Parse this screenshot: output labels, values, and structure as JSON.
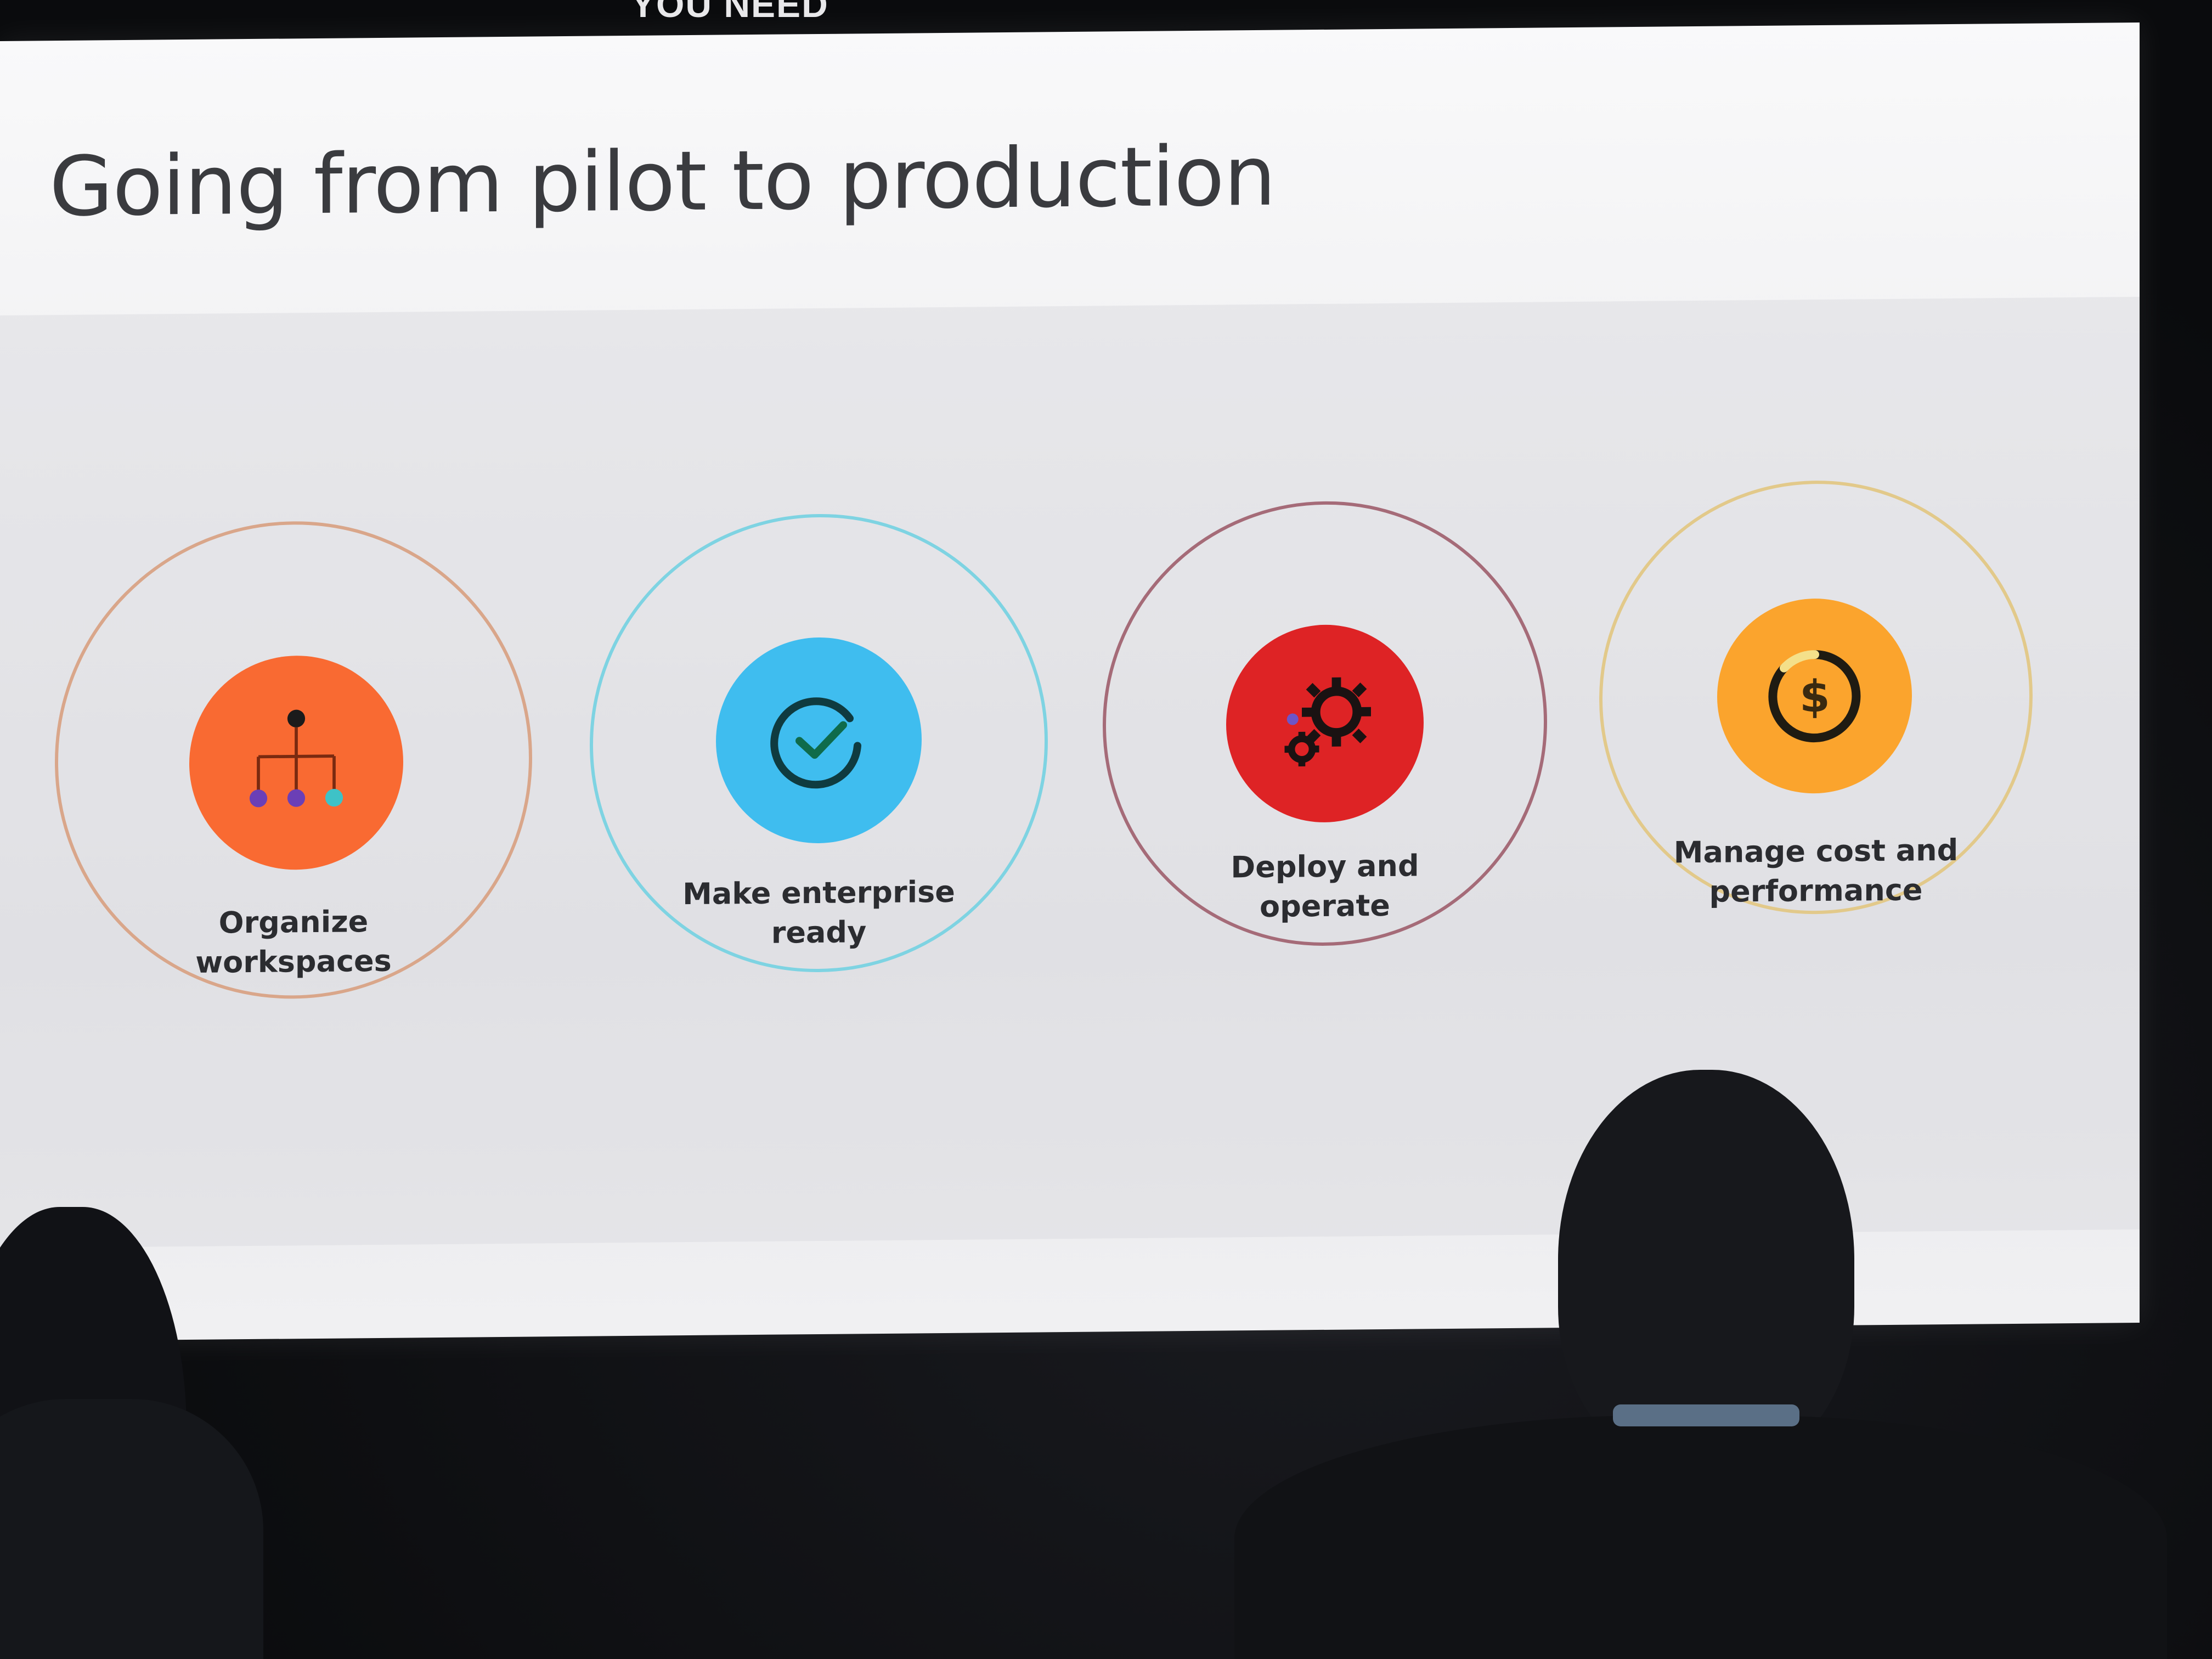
{
  "banner": {
    "text": "YOU NEED"
  },
  "slide": {
    "title": "Going from pilot to production",
    "items": [
      {
        "label_line1": "Organize",
        "label_line2": "workspaces",
        "icon": "hierarchy-icon",
        "ring_color": "#d9a68a",
        "disc_color": "#f96a32"
      },
      {
        "label_line1": "Make enterprise",
        "label_line2": "ready",
        "icon": "checkmark-icon",
        "ring_color": "#7ed3e2",
        "disc_color": "#3fbdef"
      },
      {
        "label_line1": "Deploy and",
        "label_line2": "operate",
        "icon": "gears-icon",
        "ring_color": "#a56b78",
        "disc_color": "#de2325"
      },
      {
        "label_line1": "Manage cost and",
        "label_line2": "performance",
        "icon": "dollar-icon",
        "ring_color": "#e2c98a",
        "disc_color": "#fba42d"
      }
    ]
  }
}
